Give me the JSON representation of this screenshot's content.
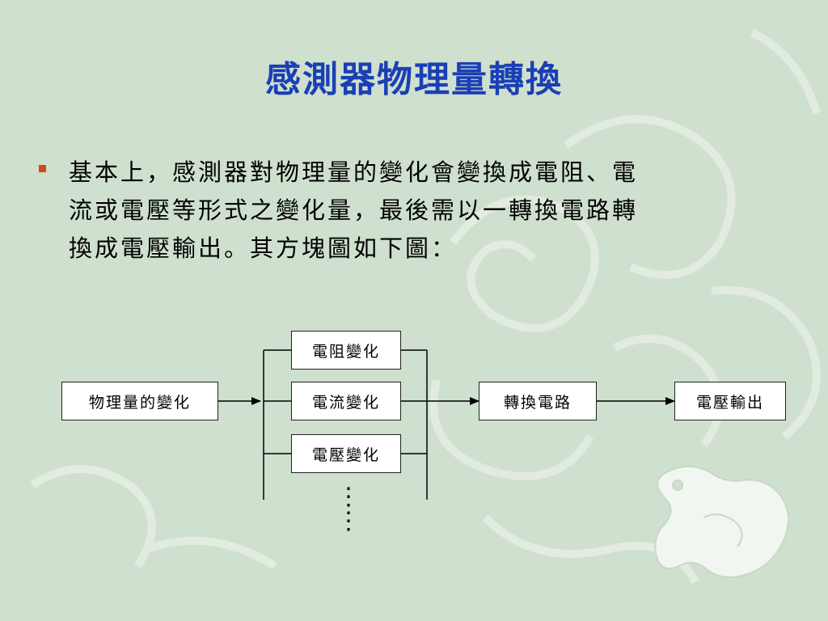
{
  "slide": {
    "title": "感測器物理量轉換",
    "bullet_lines": [
      "基本上，感測器對物理量的變化會變換成電阻、電",
      "流或電壓等形式之變化量，最後需以一轉換電路轉",
      "換成電壓輸出。其方塊圖如下圖："
    ]
  },
  "diagram": {
    "input_box": "物理量的變化",
    "branches": [
      "電阻變化",
      "電流變化",
      "電壓變化"
    ],
    "ellipsis": "⋮",
    "converter_box": "轉換電路",
    "output_box": "電壓輸出"
  },
  "colors": {
    "background": "#cfe0ce",
    "title": "#1a3fb5",
    "bullet": "#d04a18"
  }
}
